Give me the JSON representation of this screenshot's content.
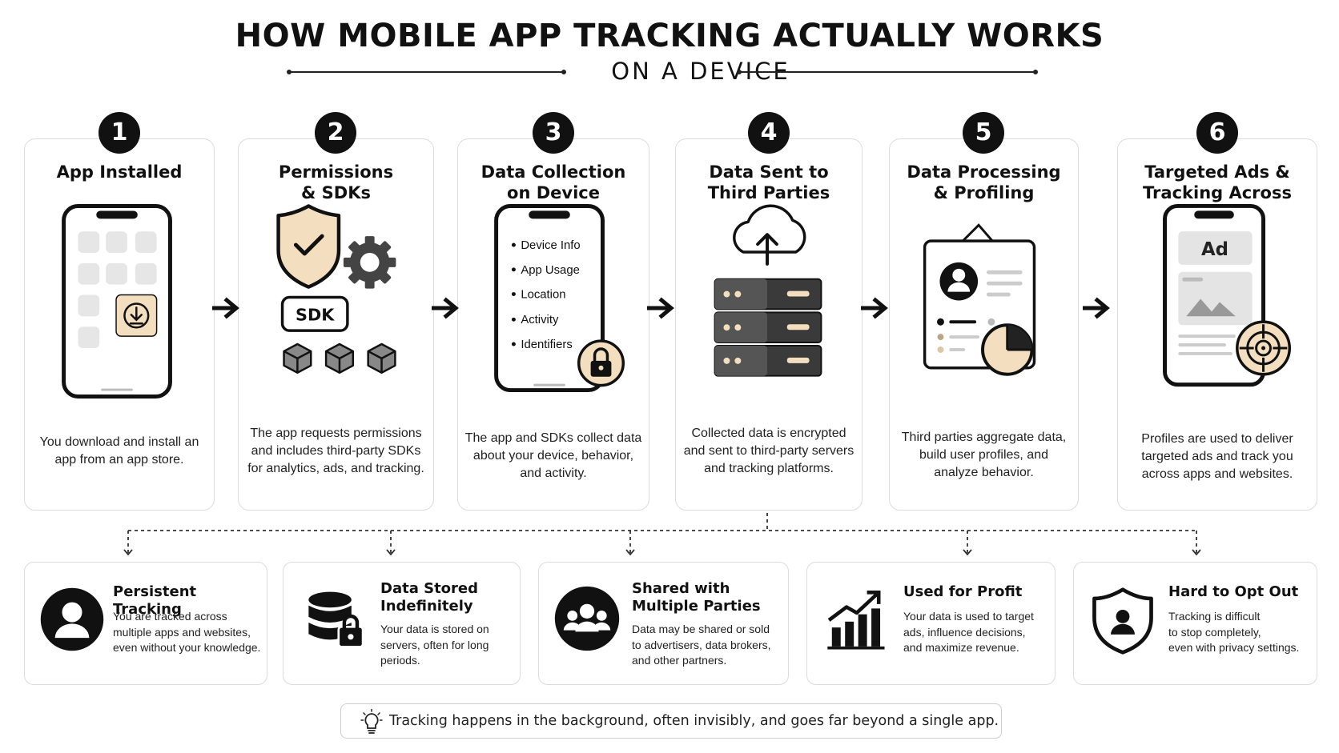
{
  "header": {
    "title": "HOW MOBILE APP TRACKING ACTUALLY WORKS",
    "subtitle": "ON A DEVICE"
  },
  "steps": [
    {
      "number": "1",
      "title": "App Installed",
      "description": "You download and install an app from an app store.",
      "icon": "phone-download-icon"
    },
    {
      "number": "2",
      "title": "Permissions\n& SDKs",
      "description": "The app requests permissions and includes third-party SDKs for analytics, ads, and tracking.",
      "icon": "shield-gear-sdk-icon",
      "sdk_label": "SDK"
    },
    {
      "number": "3",
      "title": "Data Collection\non Device",
      "description": "The app and SDKs collect data about your device, behavior, and activity.",
      "icon": "phone-lock-icon",
      "data_items": [
        "Device Info",
        "App Usage",
        "Location",
        "Activity",
        "Identifiers"
      ]
    },
    {
      "number": "4",
      "title": "Data Sent to\nThird Parties",
      "description": "Collected data is encrypted and sent to third-party servers and tracking platforms.",
      "icon": "cloud-server-icon"
    },
    {
      "number": "5",
      "title": "Data Processing\n& Profiling",
      "description": "Third parties aggregate data, build user profiles, and analyze behavior.",
      "icon": "profile-chart-icon"
    },
    {
      "number": "6",
      "title": "Targeted Ads &\nTracking Across Apps",
      "description": "Profiles are used to deliver targeted ads and track you across apps and websites.",
      "icon": "phone-ad-target-icon",
      "ad_label": "Ad"
    }
  ],
  "consequences": [
    {
      "title": "Persistent Tracking",
      "description": "You are tracked across\nmultiple apps and websites,\neven without your knowledge.",
      "icon": "user-circle-icon"
    },
    {
      "title": "Data Stored\nIndefinitely",
      "description": "Your data is stored on\nservers, often for long\nperiods.",
      "icon": "database-lock-icon"
    },
    {
      "title": "Shared with\nMultiple Parties",
      "description": "Data may be shared or sold\nto advertisers, data brokers,\nand other partners.",
      "icon": "group-users-icon"
    },
    {
      "title": "Used for Profit",
      "description": "Your data is used to target\nads, influence decisions,\nand maximize revenue.",
      "icon": "bar-chart-growth-icon"
    },
    {
      "title": "Hard to Opt Out",
      "description": "Tracking is difficult\nto stop completely,\neven with privacy settings.",
      "icon": "shield-user-icon"
    }
  ],
  "footer": {
    "text": "Tracking happens in the background, often invisibly, and goes far beyond a single app.",
    "icon": "lightbulb-icon"
  },
  "colors": {
    "accent": "#f3dfbf",
    "dark": "#111111",
    "border": "#dcdcdc",
    "server": "#3a3a3a"
  }
}
